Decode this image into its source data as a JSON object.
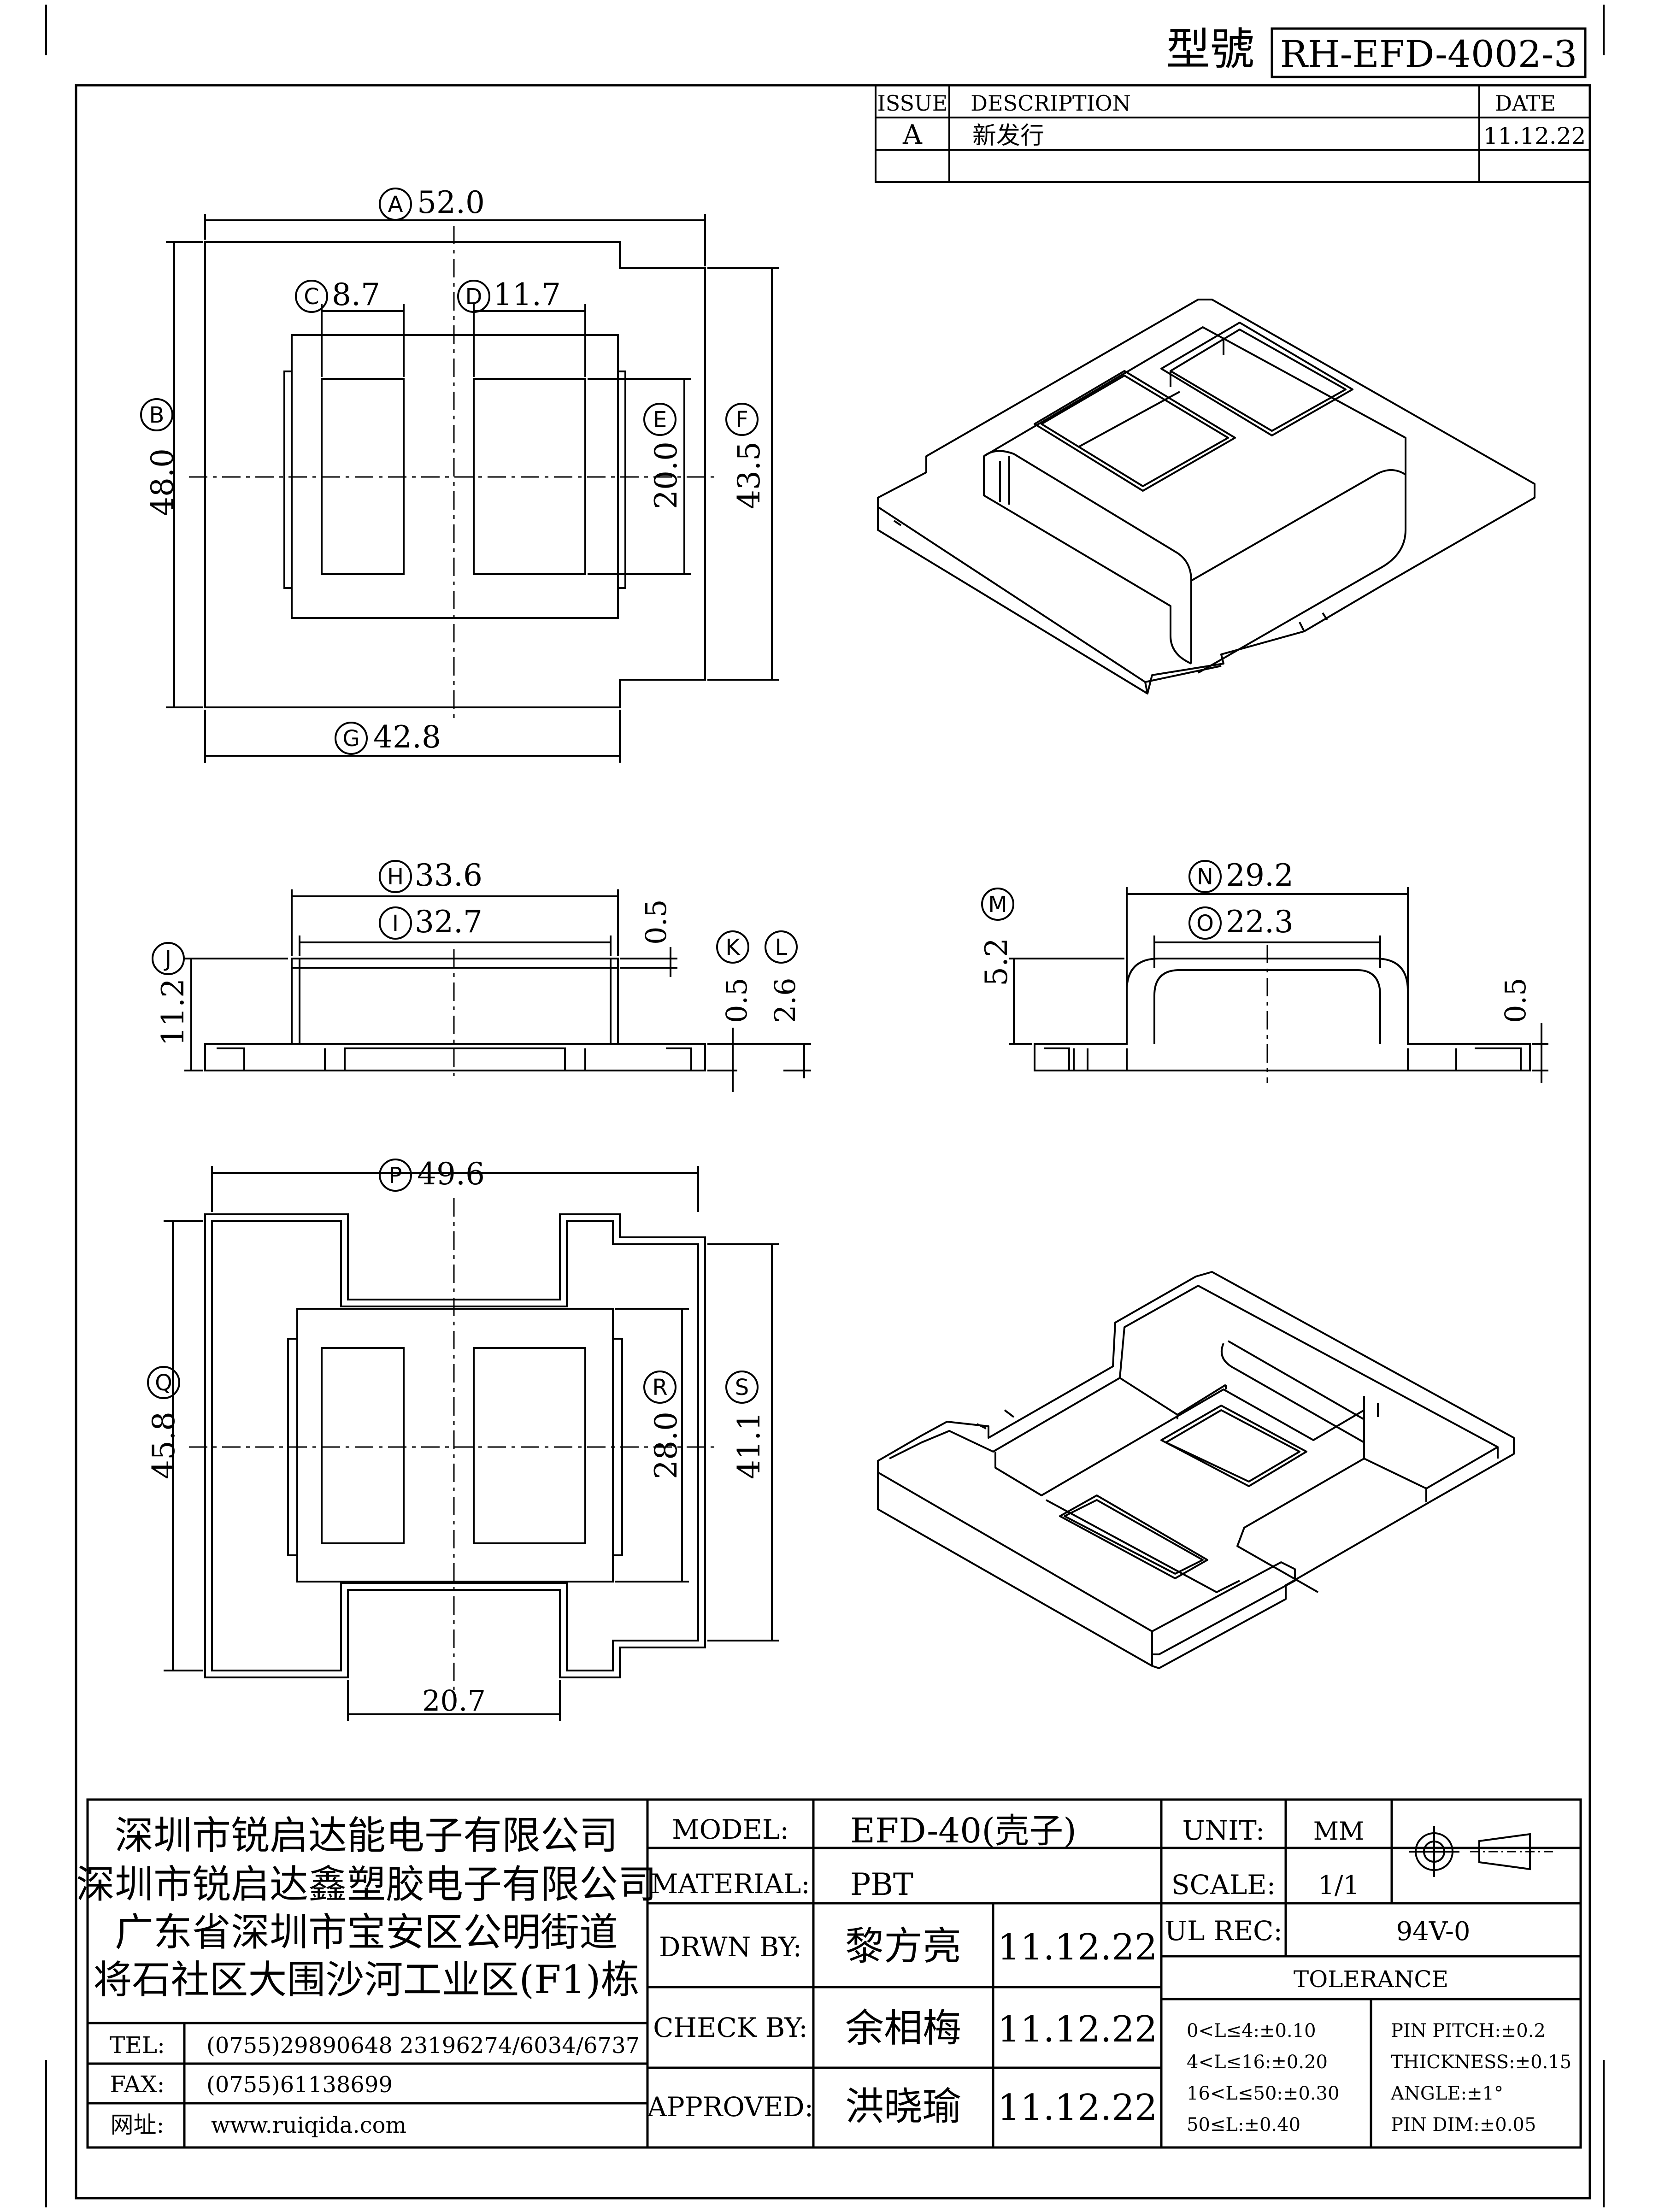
{
  "header": {
    "model_label": "型號",
    "part_number": "RH-EFD-4002-3"
  },
  "revision": {
    "columns": [
      "ISSUE",
      "DESCRIPTION",
      "DATE"
    ],
    "rows": [
      {
        "issue": "A",
        "description": "新发行",
        "date": "11.12.22"
      }
    ]
  },
  "dimensions": {
    "A": "52.0",
    "B": "48.0",
    "C": "8.7",
    "D": "11.7",
    "E": "20.0",
    "F": "43.5",
    "G": "42.8",
    "H": "33.6",
    "I": "32.7",
    "J": "11.2",
    "K": "0.5",
    "L": "2.6",
    "M": "5.2",
    "N": "29.2",
    "O": "22.3",
    "P": "49.6",
    "Q": "45.8",
    "R": "28.0",
    "S": "41.1",
    "top_gap": "0.5",
    "side_base": "0.5",
    "bottom_width": "20.7"
  },
  "company": {
    "lines": [
      "深圳市锐启达能电子有限公司",
      "深圳市锐启达鑫塑胶电子有限公司",
      "广东省深圳市宝安区公明街道",
      "将石社区大围沙河工业区(F1)栋"
    ],
    "tel_label": "TEL:",
    "tel": "(0755)29890648  23196274/6034/6737",
    "fax_label": "FAX:",
    "fax": "(0755)61138699",
    "web_label": "网址:",
    "web": "www.ruiqida.com"
  },
  "title_block": {
    "model_label": "MODEL:",
    "model": "EFD-40(壳子)",
    "material_label": "MATERIAL:",
    "material": "PBT",
    "drawn_label": "DRWN BY:",
    "drawn_by": "黎方亮",
    "drawn_date": "11.12.22",
    "check_label": "CHECK BY:",
    "checked_by": "余相梅",
    "check_date": "11.12.22",
    "approved_label": "APPROVED:",
    "approved_by": "洪晓瑜",
    "approved_date": "11.12.22",
    "unit_label": "UNIT:",
    "unit": "MM",
    "scale_label": "SCALE:",
    "scale": "1/1",
    "ul_label": "UL REC:",
    "ul": "94V-0",
    "tolerance_label": "TOLERANCE",
    "tolerances_left": [
      "0<L≤4:±0.10",
      "4<L≤16:±0.20",
      "16<L≤50:±0.30",
      "50≤L:±0.40"
    ],
    "tolerances_right": [
      "PIN PITCH:±0.2",
      "THICKNESS:±0.15",
      "ANGLE:±1°",
      "PIN DIM:±0.05"
    ]
  }
}
